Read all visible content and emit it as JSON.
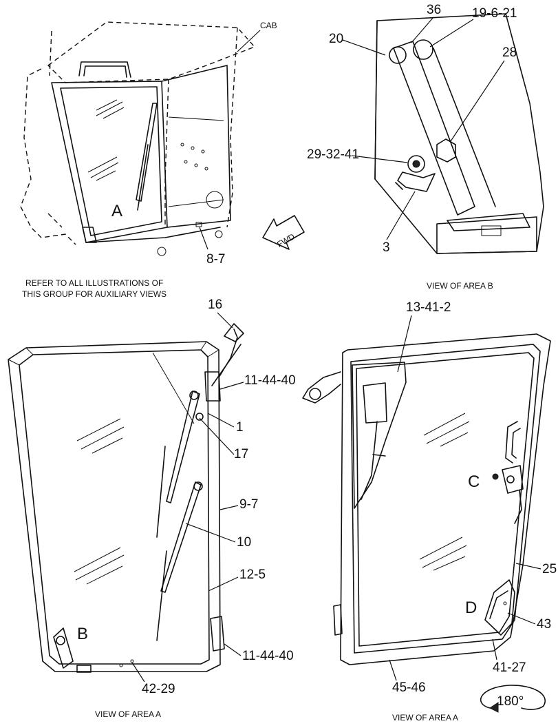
{
  "callouts": {
    "cab": "CAB",
    "fwd": "FWD",
    "p8_7": "8-7",
    "p20": "20",
    "p36": "36",
    "p19_6_21": "19-6-21",
    "p28": "28",
    "p29_32_41": "29-32-41",
    "p3": "3",
    "p16": "16",
    "p11_44_40_top": "11-44-40",
    "p1": "1",
    "p17": "17",
    "p9_7": "9-7",
    "p10": "10",
    "p12_5": "12-5",
    "p11_44_40_bot": "11-44-40",
    "p42_29": "42-29",
    "p13_41_2": "13-41-2",
    "p25": "25",
    "p43": "43",
    "p41_27": "41-27",
    "p45_46": "45-46"
  },
  "area_letters": {
    "a": "A",
    "b": "B",
    "c": "C",
    "d": "D"
  },
  "notes": {
    "refer_line1": "REFER TO ALL ILLUSTRATIONS OF",
    "refer_line2": "THIS GROUP FOR AUXILIARY VIEWS"
  },
  "captions": {
    "view_b": "VIEW OF AREA B",
    "view_a_left": "VIEW OF AREA A",
    "view_a_right": "VIEW OF AREA A"
  },
  "rotation": "180°"
}
